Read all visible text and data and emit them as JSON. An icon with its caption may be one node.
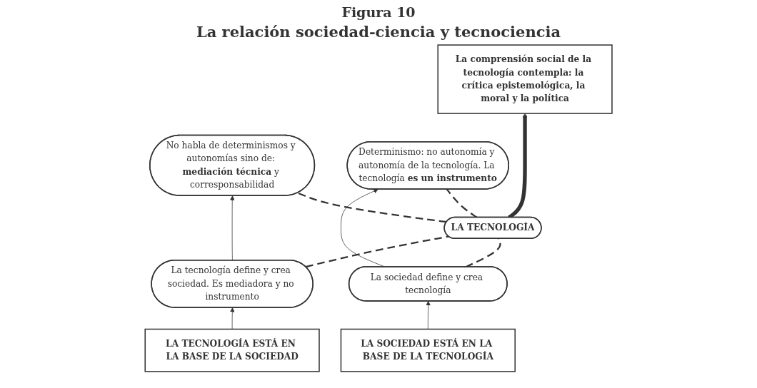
{
  "diagram": {
    "title": "La relación sociedad-ciencia y tecnociencia",
    "labels": [
      "Figura 10"
    ],
    "nodes": [
      {
        "text": [
          "La comprensión social de la tecnología contempla: la crítica epistemológica, la moral y la política"
        ]
      },
      {
        "text": [
          "No habla de determinismos y autonomías sino de: **mediación técnica** y corresponsabilidad"
        ]
      },
      {
        "text": [
          "LA TECNOLOGÍA"
        ]
      },
      {
        "text": [
          "Determinismo: no autonomía y autonomía de la tecnología. La tecnología **es un instrumento**"
        ]
      },
      {
        "text": [
          "La tecnología define y crea sociedad. Es mediadora y no instrumento"
        ]
      },
      {
        "text": [
          "La sociedad define y crea tecnología"
        ]
      },
      {
        "text": [
          "LA TECNOLOGÍA ESTÁ EN LA BASE DE LA SOCIEDAD"
        ]
      },
      {
        "text": [
          "LA SOCIEDAD ESTÁ EN LA BASE DE LA TECNOLOGÍA"
        ]
      }
    ],
    "edges": [
      {
        "from": 2,
        "to": 0,
        "arrow": "to",
        "style": "thick"
      },
      {
        "from": 6,
        "to": 4,
        "arrow": "to"
      },
      {
        "from": 4,
        "to": 1,
        "arrow": "to"
      },
      {
        "from": 7,
        "to": 5,
        "arrow": "to"
      },
      {
        "from": 5,
        "to": 3,
        "arrow": "to"
      },
      {
        "from": 2,
        "to": 1,
        "arrow": "none",
        "style": "dashed"
      },
      {
        "from": 2,
        "to": 4,
        "arrow": "none",
        "style": "dashed"
      },
      {
        "from": 2,
        "to": 3,
        "arrow": "none",
        "style": "dashed"
      },
      {
        "from": 2,
        "to": 5,
        "arrow": "none",
        "style": "dashed"
      }
    ]
  }
}
